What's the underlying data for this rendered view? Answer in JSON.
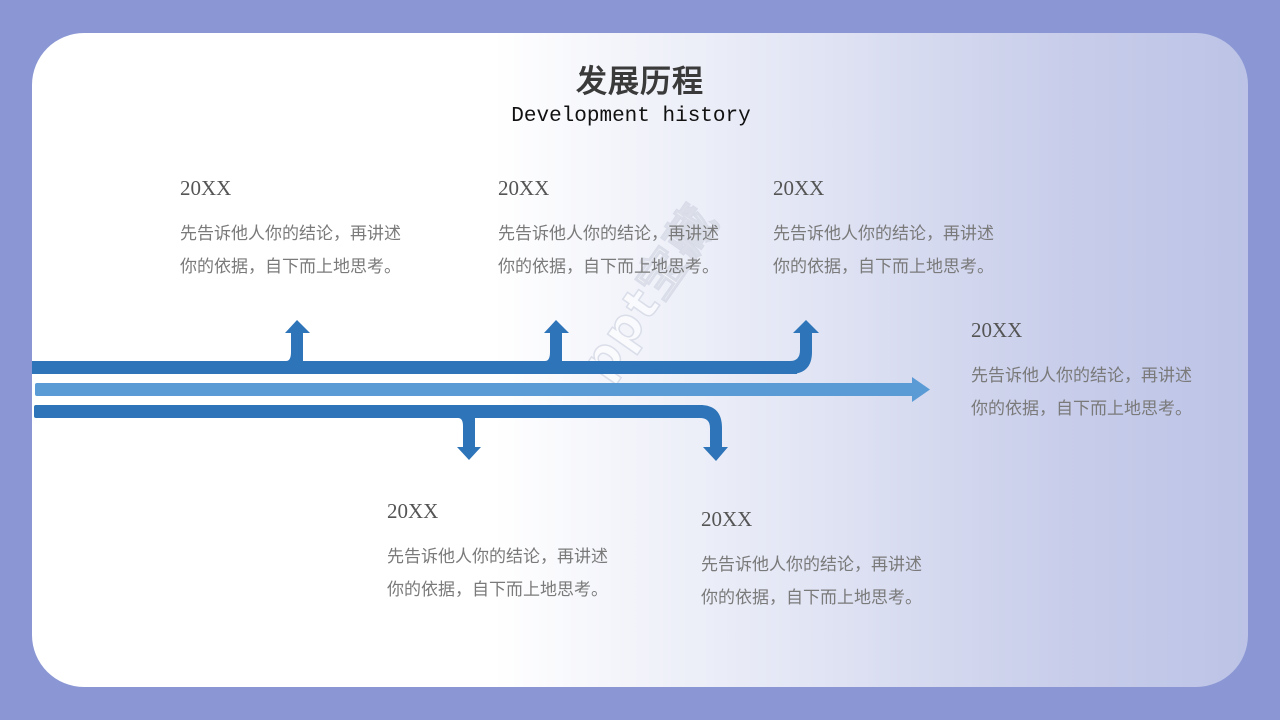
{
  "slide": {
    "title": "发展历程",
    "subtitle": "Development history",
    "watermark": "ppt宝藏",
    "colors": {
      "background": "#8a97d4",
      "arrow_dark": "#2e74b8",
      "arrow_light": "#5b9bd5",
      "year_text": "#555555",
      "desc_text": "#7a7a7a"
    }
  },
  "timeline": {
    "entries": [
      {
        "year": "20XX",
        "line1": "先告诉他人你的结论，再讲述",
        "line2": "你的依据，自下而上地思考。",
        "position": "top",
        "arrow": "up"
      },
      {
        "year": "20XX",
        "line1": "先告诉他人你的结论，再讲述",
        "line2": "你的依据，自下而上地思考。",
        "position": "top",
        "arrow": "up"
      },
      {
        "year": "20XX",
        "line1": "先告诉他人你的结论，再讲述",
        "line2": "你的依据，自下而上地思考。",
        "position": "top",
        "arrow": "up"
      },
      {
        "year": "20XX",
        "line1": "先告诉他人你的结论，再讲述",
        "line2": "你的依据，自下而上地思考。",
        "position": "right",
        "arrow": "right"
      },
      {
        "year": "20XX",
        "line1": "先告诉他人你的结论，再讲述",
        "line2": "你的依据，自下而上地思考。",
        "position": "bottom",
        "arrow": "down"
      },
      {
        "year": "20XX",
        "line1": "先告诉他人你的结论，再讲述",
        "line2": "你的依据，自下而上地思考。",
        "position": "bottom",
        "arrow": "down"
      }
    ]
  }
}
